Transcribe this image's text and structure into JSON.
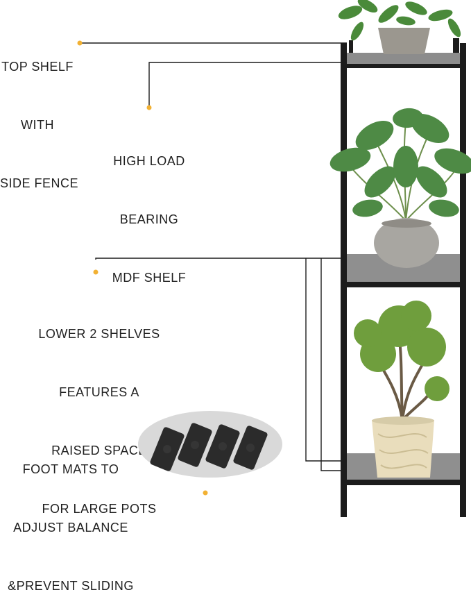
{
  "callouts": {
    "top_shelf": {
      "lines": [
        "TOP SHELF",
        "WITH",
        "SIDE FENCE"
      ]
    },
    "high_load": {
      "lines": [
        "HIGH LOAD",
        "BEARING",
        "MDF SHELF"
      ]
    },
    "lower_shelves": {
      "lines": [
        "LOWER 2 SHELVES",
        "FEATURES A",
        "RAISED SPACE",
        "FOR LARGE POTS"
      ]
    },
    "foot_mats": {
      "lines": [
        "FOOT MATS TO",
        "ADJUST BALANCE",
        "&PREVENT SLIDING"
      ]
    }
  },
  "colors": {
    "dot": "#f2b133",
    "frame": "#1c1c1c",
    "shelf": "#8c8c8c",
    "leaf": "#4a8a3a",
    "pad": "#2b2b2b"
  }
}
